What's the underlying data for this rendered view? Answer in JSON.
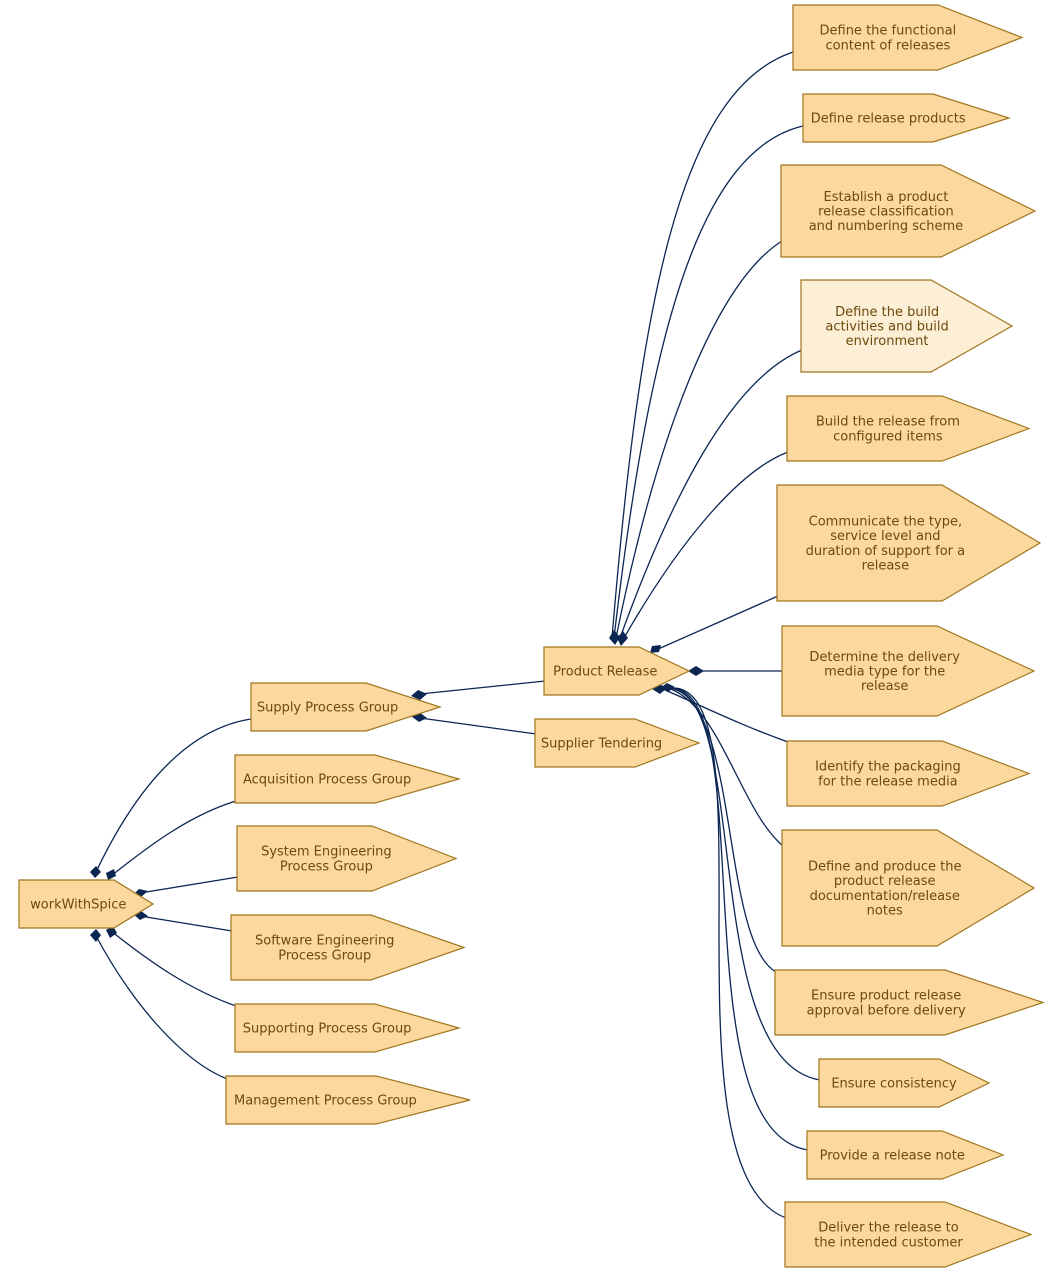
{
  "colors": {
    "node_fill": "#fbd99e",
    "node_fill_light": "#fdeed6",
    "node_stroke": "#a0761e",
    "text": "#6b4a0c",
    "edge": "#0b2653"
  },
  "nodes": {
    "root": {
      "lines": [
        "workWithSpice"
      ]
    },
    "supply": {
      "lines": [
        "Supply Process Group"
      ]
    },
    "acquisition": {
      "lines": [
        "Acquisition Process Group"
      ]
    },
    "system_eng": {
      "lines": [
        "System Engineering",
        "Process Group"
      ]
    },
    "software_eng": {
      "lines": [
        "Software Engineering",
        "Process Group"
      ]
    },
    "supporting": {
      "lines": [
        "Supporting Process Group"
      ]
    },
    "management": {
      "lines": [
        "Management Process Group"
      ]
    },
    "product_release": {
      "lines": [
        "Product Release"
      ]
    },
    "supplier_tendering": {
      "lines": [
        "Supplier Tendering"
      ]
    },
    "define_functional": {
      "lines": [
        "Define the functional",
        "content of releases"
      ]
    },
    "define_products": {
      "lines": [
        "Define release products"
      ]
    },
    "establish_scheme": {
      "lines": [
        "Establish a product",
        "release classification",
        "and numbering scheme"
      ]
    },
    "define_build": {
      "lines": [
        "Define the build",
        "activities and build",
        "environment"
      ]
    },
    "build_release": {
      "lines": [
        "Build the release from",
        "configured items"
      ]
    },
    "communicate_type": {
      "lines": [
        "Communicate the type,",
        "service level and",
        "duration of support for a",
        "release"
      ]
    },
    "delivery_media": {
      "lines": [
        "Determine the delivery",
        "media type for the",
        "release"
      ]
    },
    "packaging": {
      "lines": [
        "Identify the packaging",
        "for the release media"
      ]
    },
    "documentation": {
      "lines": [
        "Define and produce the",
        "product release",
        "documentation/release",
        "notes"
      ]
    },
    "approval": {
      "lines": [
        "Ensure product release",
        "approval before delivery"
      ]
    },
    "consistency": {
      "lines": [
        "Ensure consistency"
      ]
    },
    "release_note": {
      "lines": [
        "Provide a release note"
      ]
    },
    "deliver": {
      "lines": [
        "Deliver the release to",
        "the intended customer"
      ]
    }
  }
}
